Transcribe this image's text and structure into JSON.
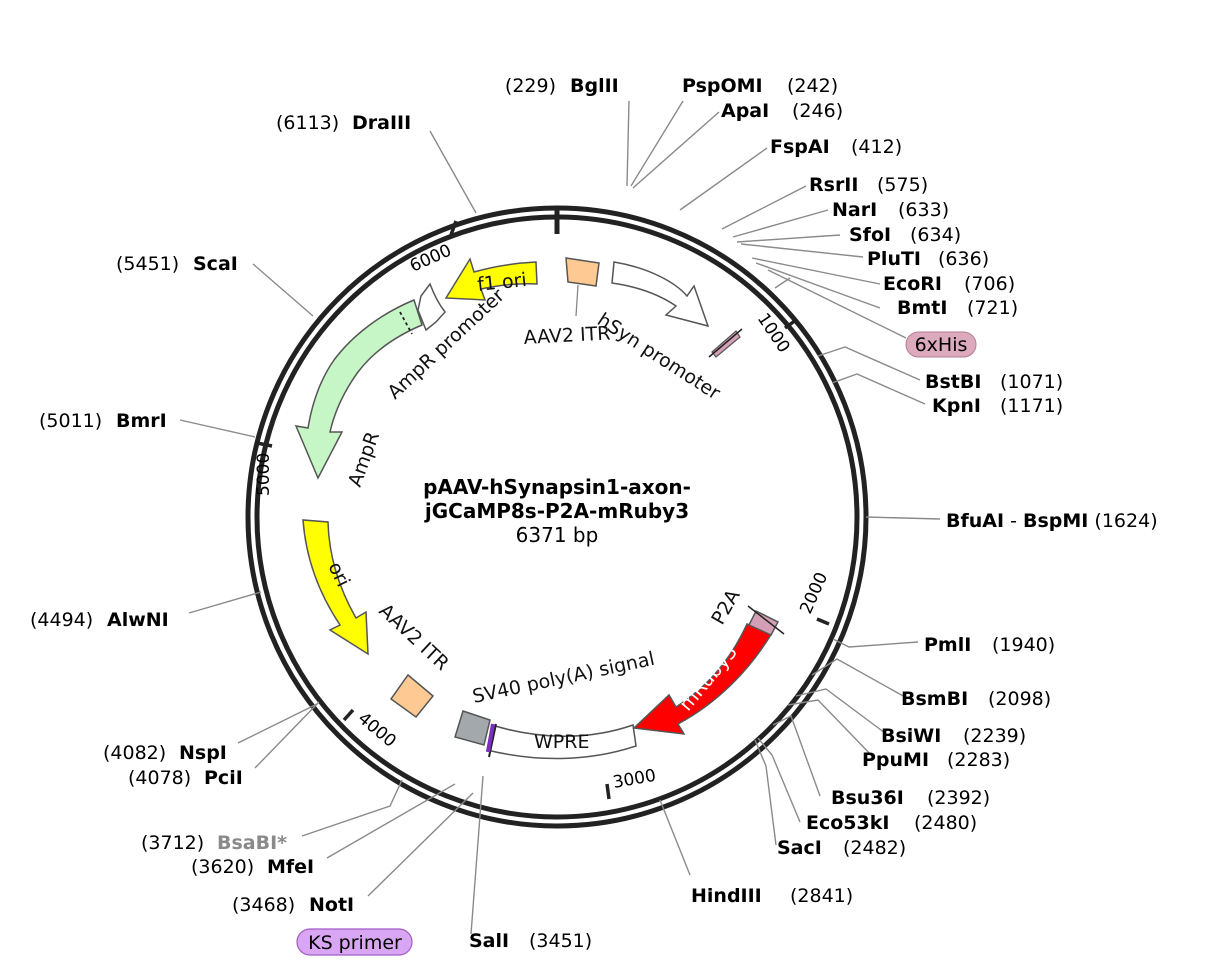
{
  "plasmid": {
    "name_line1": "pAAV-hSynapsin1-axon-",
    "name_line2": "jGCaMP8s-P2A-mRuby3",
    "size_label": "6371 bp",
    "length": 6371
  },
  "ticks": [
    {
      "pos": 1000,
      "label": "1000"
    },
    {
      "pos": 2000,
      "label": "2000"
    },
    {
      "pos": 3000,
      "label": "3000"
    },
    {
      "pos": 4000,
      "label": "4000"
    },
    {
      "pos": 5000,
      "label": "5000"
    },
    {
      "pos": 6000,
      "label": "6000"
    }
  ],
  "sites": [
    {
      "name": "BglII",
      "pos": "229",
      "bp": 229
    },
    {
      "name": "PspOMI",
      "pos": "242",
      "bp": 242
    },
    {
      "name": "ApaI",
      "pos": "246",
      "bp": 246
    },
    {
      "name": "FspAI",
      "pos": "412",
      "bp": 412
    },
    {
      "name": "RsrII",
      "pos": "575",
      "bp": 575
    },
    {
      "name": "NarI",
      "pos": "633",
      "bp": 633
    },
    {
      "name": "SfoI",
      "pos": "634",
      "bp": 634
    },
    {
      "name": "PluTI",
      "pos": "636",
      "bp": 636
    },
    {
      "name": "EcoRI",
      "pos": "706",
      "bp": 706
    },
    {
      "name": "BmtI",
      "pos": "721",
      "bp": 721
    },
    {
      "name": "BstBI",
      "pos": "1071",
      "bp": 1071
    },
    {
      "name": "KpnI",
      "pos": "1171",
      "bp": 1171
    },
    {
      "name": "BfuAI",
      "name2": "BspMI",
      "pos": "1624",
      "bp": 1624
    },
    {
      "name": "PmlI",
      "pos": "1940",
      "bp": 1940
    },
    {
      "name": "BsmBI",
      "pos": "2098",
      "bp": 2098
    },
    {
      "name": "BsiWI",
      "pos": "2239",
      "bp": 2239
    },
    {
      "name": "PpuMI",
      "pos": "2283",
      "bp": 2283
    },
    {
      "name": "Bsu36I",
      "pos": "2392",
      "bp": 2392
    },
    {
      "name": "Eco53kI",
      "pos": "2480",
      "bp": 2480
    },
    {
      "name": "SacI",
      "pos": "2482",
      "bp": 2482
    },
    {
      "name": "HindIII",
      "pos": "2841",
      "bp": 2841
    },
    {
      "name": "SalI",
      "pos": "3451",
      "bp": 3451
    },
    {
      "name": "NotI",
      "pos": "3468",
      "bp": 3468
    },
    {
      "name": "MfeI",
      "pos": "3620",
      "bp": 3620
    },
    {
      "name": "BsaBI*",
      "pos": "3712",
      "bp": 3712,
      "color": "#8a8a8a"
    },
    {
      "name": "PciI",
      "pos": "4078",
      "bp": 4078
    },
    {
      "name": "NspI",
      "pos": "4082",
      "bp": 4082
    },
    {
      "name": "AlwNI",
      "pos": "4494",
      "bp": 4494
    },
    {
      "name": "BmrI",
      "pos": "5011",
      "bp": 5011
    },
    {
      "name": "ScaI",
      "pos": "5451",
      "bp": 5451
    },
    {
      "name": "DraIII",
      "pos": "6113",
      "bp": 6113
    }
  ],
  "features": [
    {
      "name": "hSyn promoter",
      "color": "#ffffff"
    },
    {
      "name": "AAV2 ITR",
      "color": "#ffc993"
    },
    {
      "name": "f1 ori",
      "color": "#ffff00"
    },
    {
      "name": "AmpR promoter",
      "color": "#ffffff"
    },
    {
      "name": "AmpR",
      "color": "#c6f5c6"
    },
    {
      "name": "ori",
      "color": "#ffff00"
    },
    {
      "name": "AAV2 ITR",
      "color": "#ffc993"
    },
    {
      "name": "SV40 poly(A) signal",
      "color": "#a3a8ad"
    },
    {
      "name": "WPRE",
      "color": "#ffffff"
    },
    {
      "name": "mRuby3",
      "color": "#ff0000"
    },
    {
      "name": "P2A",
      "color": "#d49fb6"
    }
  ],
  "tags": [
    {
      "name": "6xHis",
      "color": "#dca9bd"
    },
    {
      "name": "KS primer",
      "color": "#d8a6f2"
    }
  ]
}
